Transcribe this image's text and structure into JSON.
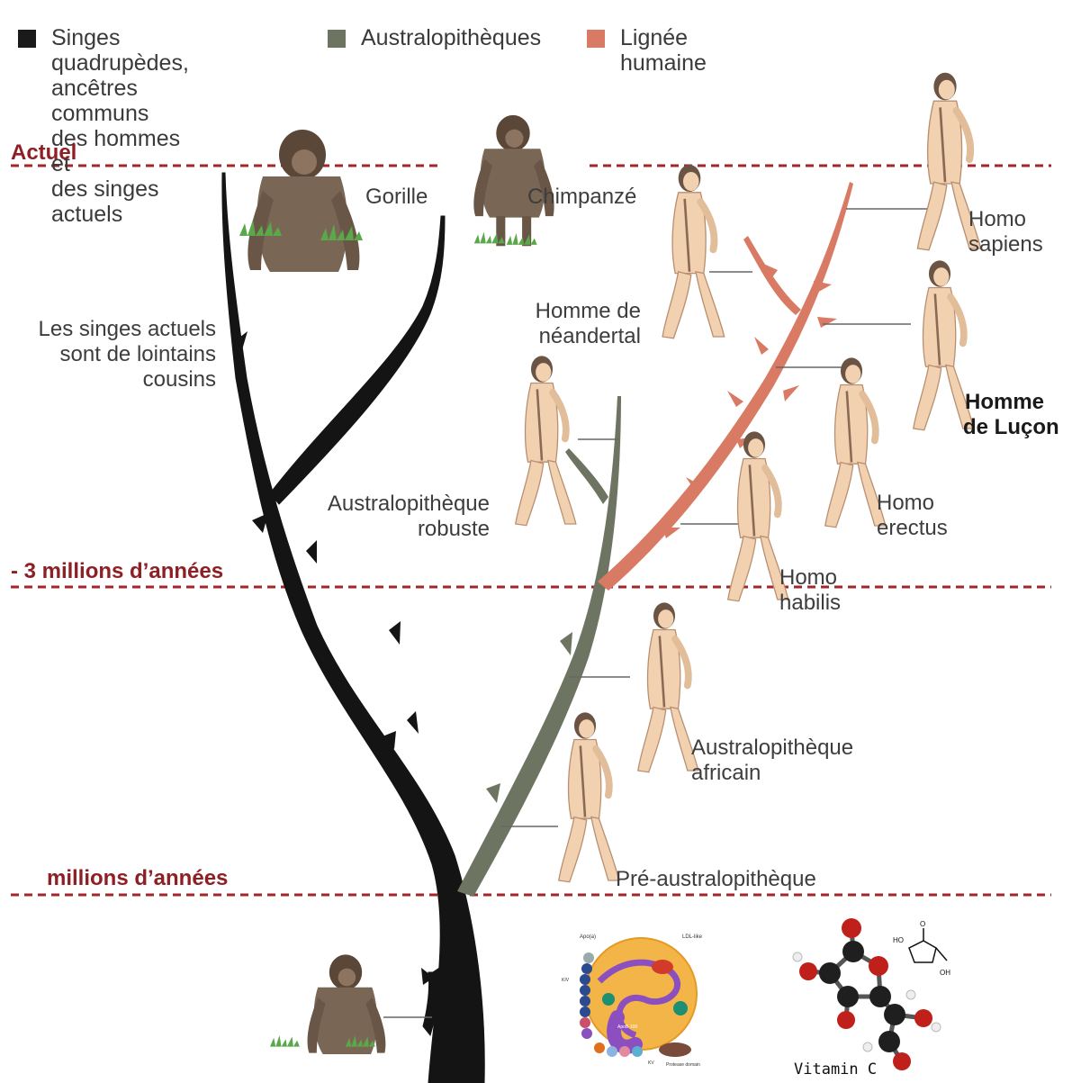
{
  "legend": {
    "items": [
      {
        "label": "Singes quadrupèdes,",
        "label2": "ancêtres communs",
        "label3": "des hommes et",
        "label4": "des singes actuels",
        "color": "#1a1a1a"
      },
      {
        "label": "Australopithèques",
        "color": "#6e7462"
      },
      {
        "label": "Lignée humaine",
        "color": "#d97a64"
      }
    ]
  },
  "timeline": {
    "now": "Actuel",
    "minus3": "- 3 millions d’années",
    "minus7": "millions d’années"
  },
  "colors": {
    "ape": "#141414",
    "australo": "#6e7462",
    "human": "#d97a64",
    "timeline": "#a3262b",
    "figure_skin": "#f1d1b0",
    "figure_hair": "#6b5444",
    "ape_fur": "#7a6654",
    "grass": "#5aa84a"
  },
  "labels": {
    "gorille": "Gorille",
    "chimpanze": "Chimpanzé",
    "cousins": [
      "Les singes actuels",
      "sont de lointains",
      "cousins"
    ],
    "sapiens": [
      "Homo",
      "sapiens"
    ],
    "neandertal": [
      "Homme de",
      "néandertal"
    ],
    "lucon": [
      "Homme",
      "de Luçon"
    ],
    "robuste": [
      "Australopithèque",
      "robuste"
    ],
    "erectus": [
      "Homo",
      "erectus"
    ],
    "habilis": [
      "Homo",
      "habilis"
    ],
    "africain": [
      "Australopithèque",
      "africain"
    ],
    "pre": "Pré-australopithèque"
  },
  "insets": {
    "lipo": {
      "title": "LDL-like",
      "apo": "Apo(a)",
      "apo100": "ApoB-100",
      "protease": "Protease domain",
      "kiv": "KIV",
      "kv": "KV"
    },
    "vitamin": {
      "caption": "Vitamin C",
      "oh": "OH",
      "ho": "HO",
      "o": "O"
    }
  }
}
